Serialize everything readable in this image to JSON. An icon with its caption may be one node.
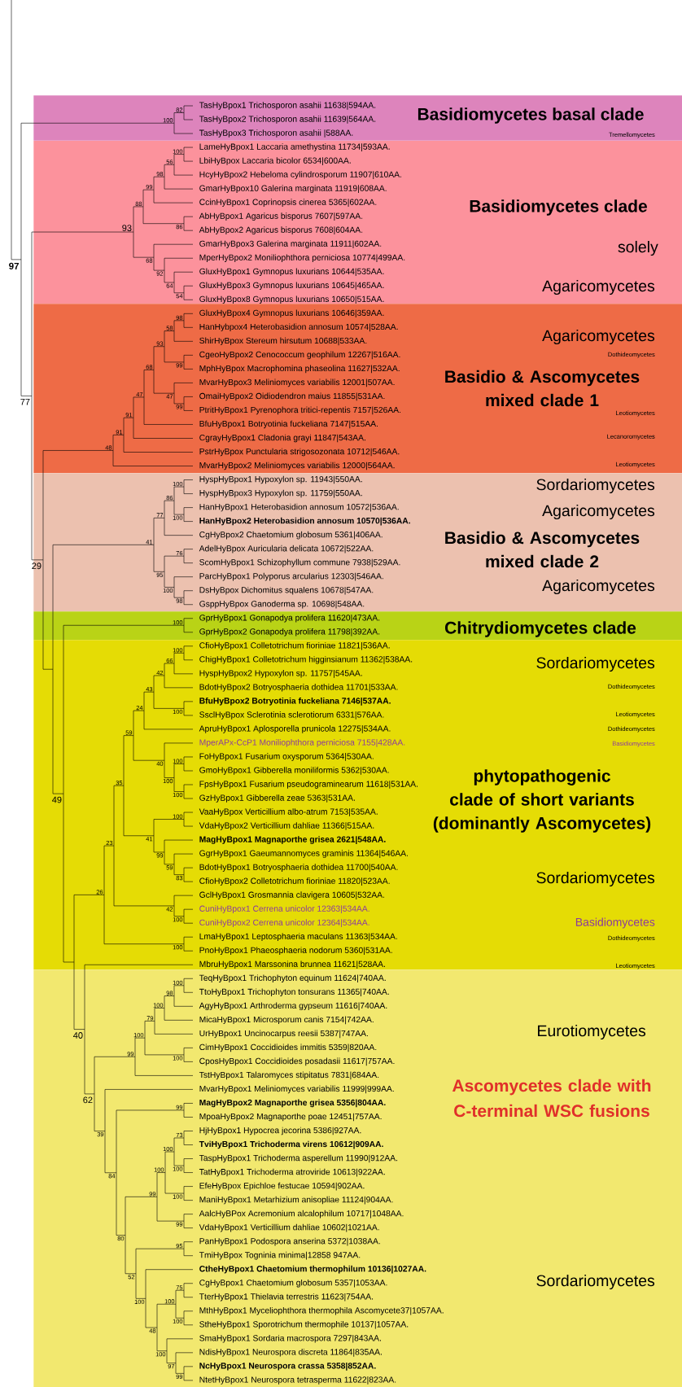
{
  "diagram": {
    "nodes": [
      {
        "text": [
          "Basidiomycetes basal clade",
          "Tremellomycetes"
        ]
      },
      {
        "text": [
          "Basidiomycetes clade",
          "solely",
          "Agaricomycetes"
        ]
      },
      {
        "text": [
          "Agaricomycetes",
          "Dothideomycetes",
          "Basidio & Ascomycetes mixed clade 1",
          "Leotiomycetes",
          "Lecanoromycetes",
          "Leotiomycetes"
        ]
      },
      {
        "text": [
          "Sordariomycetes",
          "Agaricomycetes",
          "Basidio & Ascomycetes mixed clade 2",
          "Agaricomycetes"
        ]
      },
      {
        "text": [
          "Chitrydiomycetes clade"
        ]
      },
      {
        "text": [
          "Sordariomycetes",
          "Dothideomycetes",
          "Leotiomycetes",
          "Dothideomycetes",
          "Basidiomycetes",
          "phytopathogenic clade of short variants (dominantly Ascomycetes)",
          "Sordariomycetes",
          "Basidiomycetes",
          "Dothideomycetes",
          "Leotiomycetes"
        ]
      },
      {
        "text": [
          "Eurotiomycetes",
          "Ascomycetes clade with C-terminal WSC fusions",
          "Sordariomycetes"
        ]
      }
    ],
    "labels": [
      "TasHyBpox1 Trichosporon asahii 11638|594AA.",
      "TasHyBpox2 Trichosporon asahii 11639|564AA.",
      "TasHyBpox3 Trichosporon asahii |588AA.",
      "LameHyBpox1 Laccaria amethystina 11734|593AA.",
      "LbiHyBpox Laccaria bicolor 6534|600AA.",
      "HcyHyBpox2 Hebeloma cylindrosporum 11907|610AA.",
      "GmarHyBpox10 Galerina marginata 11919|608AA.",
      "CcinHyBpox1 Coprinopsis cinerea 5365|602AA.",
      "AbHyBpox1 Agaricus bisporus 7607|597AA.",
      "AbHyBpox2 Agaricus bisporus 7608|604AA.",
      "GmarHyBpox3 Galerina marginata 11911|602AA.",
      "MperHyBpox2 Moniliophthora perniciosa 10774|499AA.",
      "GluxHyBpox1 Gymnopus luxurians 10644|535AA.",
      "GluxHyBpox3 Gymnopus luxurians 10645|465AA.",
      "GluxHyBpox8 Gymnopus luxurians 10650|515AA.",
      "GluxHyBpox4 Gymnopus luxurians 10646|359AA.",
      "HanHybpox4 Heterobasidion annosum 10574|528AA.",
      "ShirHyBpox Stereum hirsutum 10688|533AA.",
      "CgeoHyBpox2 Cenococcum geophilum 12267|516AA.",
      "MphHyBpox Macrophomina phaseolina 11627|532AA.",
      "MvarHyBpox3 Meliniomyces variabilis 12001|507AA.",
      "OmaiHyBpox2 Oidiodendron maius 11855|531AA.",
      "PtritHyBpox1 Pyrenophora tritici-repentis 7157|526AA.",
      "BfuHyBpox1 Botryotinia fuckeliana 7147|515AA.",
      "CgrayHyBpox1 Cladonia grayi 11847|543AA.",
      "PstrHyBpox Punctularia strigosozonata 10712|546AA.",
      "MvarHyBpox2 Meliniomyces variabilis 12000|564AA.",
      "HyspHyBpox1 Hypoxylon sp. 11943|550AA.",
      "HyspHyBpox3 Hypoxylon sp. 11759|550AA.",
      "HanHyBpox1 Heterobasidion annosum 10572|536AA.",
      "HanHyBpox2 Heterobasidion annosum 10570|536AA.",
      "CgHyBpox2 Chaetomium globosum 5361|406AA.",
      "AdelHyBpox Auricularia delicata 10672|522AA.",
      "ScomHyBpox1 Schizophyllum commune 7938|529AA.",
      "ParcHyBpox1 Polyporus arcularius 12303|546AA.",
      "DsHyBpox Dichomitus squalens 10678|547AA.",
      "GsppHyBpox Ganoderma sp. 10698|548AA.",
      "GprHyBpox1 Gonapodya prolifera 11620|473AA.",
      "GprHyBpox2 Gonapodya prolifera 11798|392AA.",
      "CfioHyBpox1 Colletotrichum fioriniae 11821|536AA.",
      "ChigHyBpox1 Colletotrichum higginsianum 11362|538AA.",
      "HyspHyBpox2 Hypoxylon sp. 11757|545AA.",
      "BdotHyBpox2 Botryosphaeria dothidea 11701|533AA.",
      "BfuHyBpox2 Botryotinia fuckeliana 7146|537AA.",
      "SsclHyBpox Sclerotinia sclerotiorum 6331|576AA.",
      "ApruHyBpox1 Aplosporella prunicola 12275|534AA.",
      "MperAPx-CcP1 Moniliophthora perniciosa 7155|428AA.",
      "FoHyBpox1 Fusarium oxysporum 5364|530AA.",
      "GmoHyBpox1 Gibberella moniliformis 5362|530AA.",
      "FpsHyBpox1 Fusarium pseudograminearum 11618|531AA.",
      "GzHyBpox1 Gibberella zeae 5363|531AA.",
      "VaaHyBpox Verticillium albo-atrum 7153|535AA.",
      "VdaHyBpox2 Verticillium dahliae 11366|515AA.",
      "MagHyBpox1 Magnaporthe grisea 2621|548AA.",
      "GgrHyBpox1 Gaeumannomyces graminis 11364|546AA.",
      "BdotHyBpox1 Botryosphaeria dothidea 11700|540AA.",
      "CfioHyBpox2 Colletotrichum fioriniae 11820|523AA.",
      "GclHyBpox1 Grosmannia clavigera 10605|532AA.",
      "CuniHyBpox1 Cerrena unicolor 12363|534AA.",
      "CuniHyBpox2 Cerrena unicolor 12364|534AA.",
      "LmaHyBpox1 Leptosphaeria maculans 11363|534AA.",
      "PnoHyBpox1 Phaeosphaeria nodorum 5360|531AA.",
      "MbruHyBpox1 Marssonina brunnea 11621|528AA.",
      "TeqHyBpox1 Trichophyton equinum 11624|740AA.",
      "TtoHyBpox1 Trichophyton tonsurans 11365|740AA.",
      "AgyHyBpox1 Arthroderma gypseum 11616|740AA.",
      "MicaHyBpox1 Microsporum canis 7154|742AA.",
      "UrHyBpox1 Uncinocarpus reesii 5387|747AA.",
      "CimHyBpox1 Coccidioides immitis 5359|820AA.",
      "CposHyBpox1 Coccidioides posadasii 11617|757AA.",
      "TstHyBpox1 Talaromyces stipitatus 7831|684AA.",
      "MvarHyBpox1 Meliniomyces variabilis 11999|999AA.",
      "MagHyBpox2 Magnaporthe grisea 5356|804AA.",
      "MpoaHyBpox2 Magnaporthe poae 12451|757AA.",
      "HjHyBpox1 Hypocrea jecorina 5386|927AA.",
      "TviHyBpox1 Trichoderma virens 10612|909AA.",
      "TaspHyBpox1 Trichoderma asperellum 11990|912AA.",
      "TatHyBpox1 Trichoderma atroviride 10613|922AA.",
      "EfeHyBpox Epichloe festucae 10594|902AA.",
      "ManiHyBpox1 Metarhizium anisopliae 11124|904AA.",
      "AalcHyBPox Acremonium alcalophilum 10717|1048AA.",
      "VdaHyBpox1 Verticillium dahliae 10602|1021AA.",
      "PanHyBpox1 Podospora anserina 5372|1038AA.",
      "TmiHyBpox Togninia minima|12858 947AA.",
      "CtheHyBpox1 Chaetomium thermophilum 10136|1027AA.",
      "CgHyBpox1 Chaetomium globosum 5357|1053AA.",
      "TterHyBpox1 Thielavia terrestris 11623|754AA.",
      "MthHyBpox1 Myceliophthora thermophila Ascomycete37|1057AA.",
      "StheHyBpox1 Sporotrichum thermophile 10137|1057AA.",
      "SmaHyBpox1 Sordaria macrospora 7297|843AA.",
      "NdisHyBpox1 Neurospora discreta 11864|835AA.",
      "NcHyBpox1 Neurospora crassa 5358|852AA.",
      "NtetHyBpox1 Neurospora tetrasperma 11622|823AA.",
      "82",
      "100",
      "100",
      "56",
      "98",
      "99",
      "88",
      "93",
      "86",
      "68",
      "92",
      "97",
      "64",
      "54",
      "98",
      "58",
      "93",
      "68",
      "99",
      "47",
      "77",
      "47",
      "99",
      "91",
      "91",
      "48",
      "100",
      "86",
      "77",
      "100",
      "41",
      "76",
      "29",
      "95",
      "100",
      "98",
      "100",
      "100",
      "66",
      "42",
      "43",
      "24",
      "100",
      "59",
      "100",
      "40",
      "35",
      "100",
      "49",
      "100",
      "100",
      "23",
      "41",
      "99",
      "59",
      "83",
      "26",
      "42",
      "100",
      "100",
      "100",
      "98",
      "100",
      "79",
      "100",
      "40",
      "99",
      "100",
      "62",
      "99",
      "73",
      "39",
      "100",
      "100",
      "100",
      "84",
      "99",
      "100",
      "99",
      "80",
      "95",
      "52",
      "75",
      "100",
      "100",
      "100",
      "48",
      "100",
      "97",
      "99"
    ]
  }
}
